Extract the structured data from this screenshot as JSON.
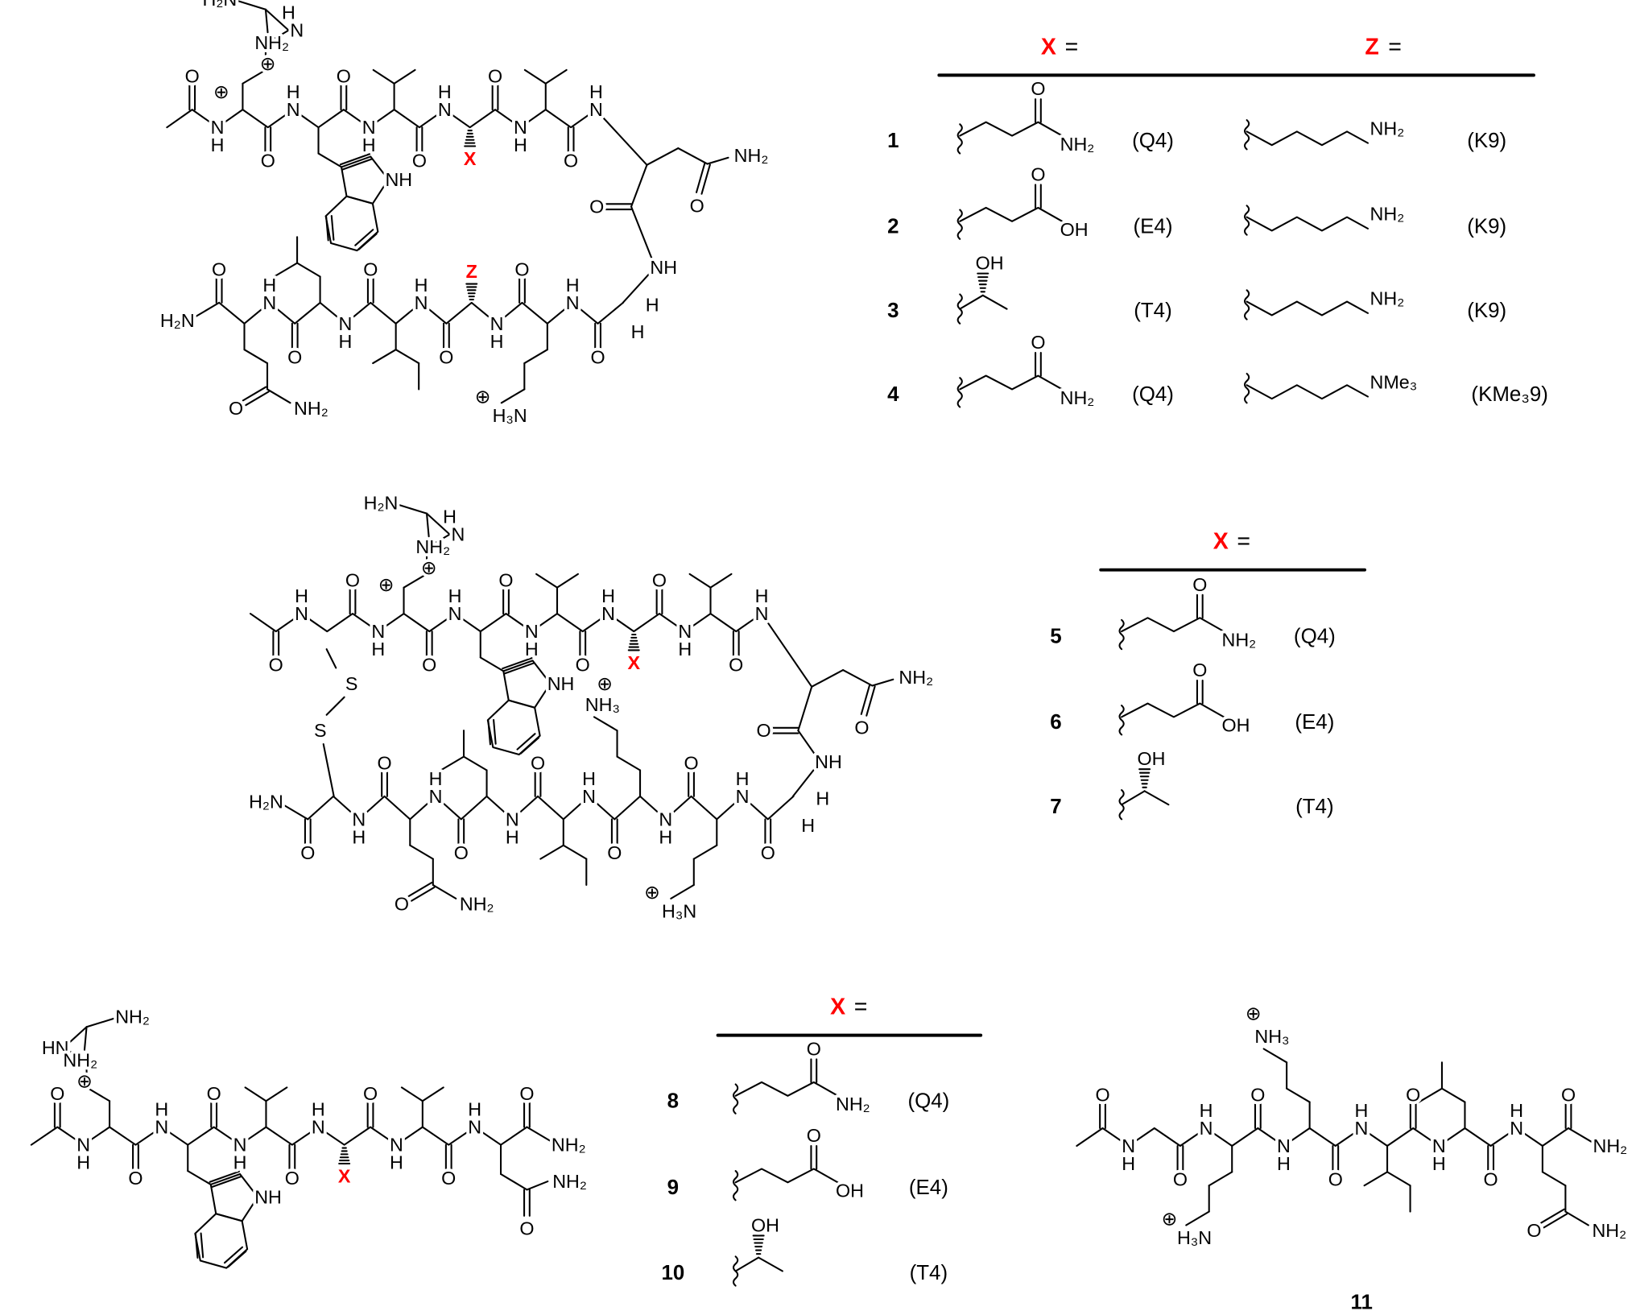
{
  "atoms": {
    "O": "O",
    "N": "N",
    "H": "H",
    "NH": "NH",
    "HN": "HN",
    "NH2": "NH₂",
    "H2N": "H₂N",
    "H3N": "H₃N",
    "NH3": "NH₃",
    "OH": "OH",
    "S": "S",
    "plus": "⊕",
    "NMe3": "NMe₃",
    "X": "X",
    "Z": "Z"
  },
  "colors": {
    "variable": "#ff0000",
    "ink": "#000000"
  },
  "table1": {
    "x_header": "X",
    "z_header": "Z",
    "equals": "=",
    "rows": [
      {
        "num": "1",
        "x_code": "(Q4)",
        "z_code": "(K9)"
      },
      {
        "num": "2",
        "x_code": "(E4)",
        "z_code": "(K9)"
      },
      {
        "num": "3",
        "x_code": "(T4)",
        "z_code": "(K9)"
      },
      {
        "num": "4",
        "x_code": "(Q4)",
        "z_code": "(KMe₃9)"
      }
    ]
  },
  "table2": {
    "x_header": "X",
    "equals": "=",
    "rows": [
      {
        "num": "5",
        "x_code": "(Q4)"
      },
      {
        "num": "6",
        "x_code": "(E4)"
      },
      {
        "num": "7",
        "x_code": "(T4)"
      }
    ]
  },
  "table3": {
    "x_header": "X",
    "equals": "=",
    "rows": [
      {
        "num": "8",
        "x_code": "(Q4)"
      },
      {
        "num": "9",
        "x_code": "(E4)"
      },
      {
        "num": "10",
        "x_code": "(T4)"
      }
    ]
  },
  "compound11": {
    "label": "11"
  }
}
